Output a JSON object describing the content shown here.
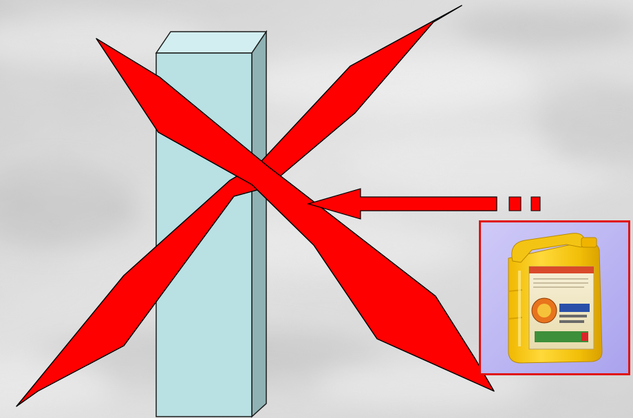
{
  "scene": {
    "colors": {
      "background": "#d6d6d6",
      "slab_front": "#b9e0e3",
      "slab_top": "#d2eef0",
      "slab_side": "#8fb2b4",
      "slab_outline": "#1b1b1b",
      "cross_fill": "#ff0000",
      "cross_outline": "#000000",
      "arrow_fill": "#ff0000",
      "product_frame": "#e10f0f",
      "product_background": "#b9b4f2",
      "canister": "#f3c20a"
    },
    "elements": {
      "slab": "glass-slab",
      "cross": "cross-mark",
      "arrow": "left-arrow",
      "product": "canister-icon"
    }
  }
}
